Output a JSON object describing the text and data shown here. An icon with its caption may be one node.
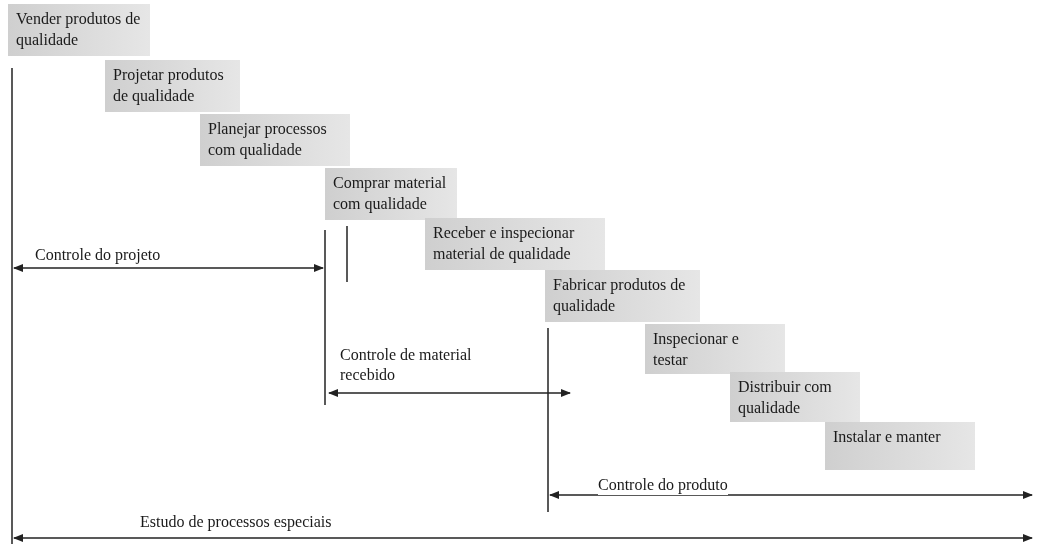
{
  "diagram": {
    "nodes": [
      {
        "text": [
          "Vender produtos de qualidade"
        ]
      },
      {
        "text": [
          "Projetar produtos de qualidade"
        ]
      },
      {
        "text": [
          "Planejar processos com qualidade"
        ]
      },
      {
        "text": [
          "Comprar material com qualidade"
        ]
      },
      {
        "text": [
          "Receber e inspecionar material de qualidade"
        ]
      },
      {
        "text": [
          "Fabricar produtos de qualidade"
        ]
      },
      {
        "text": [
          "Inspecionar e testar"
        ]
      },
      {
        "text": [
          "Distribuir com qualidade"
        ]
      },
      {
        "text": [
          "Instalar e manter"
        ]
      }
    ],
    "labels": [
      "Controle do projeto",
      "Controle de material recebido",
      "Controle do produto",
      "Estudo de processos especiais"
    ]
  }
}
